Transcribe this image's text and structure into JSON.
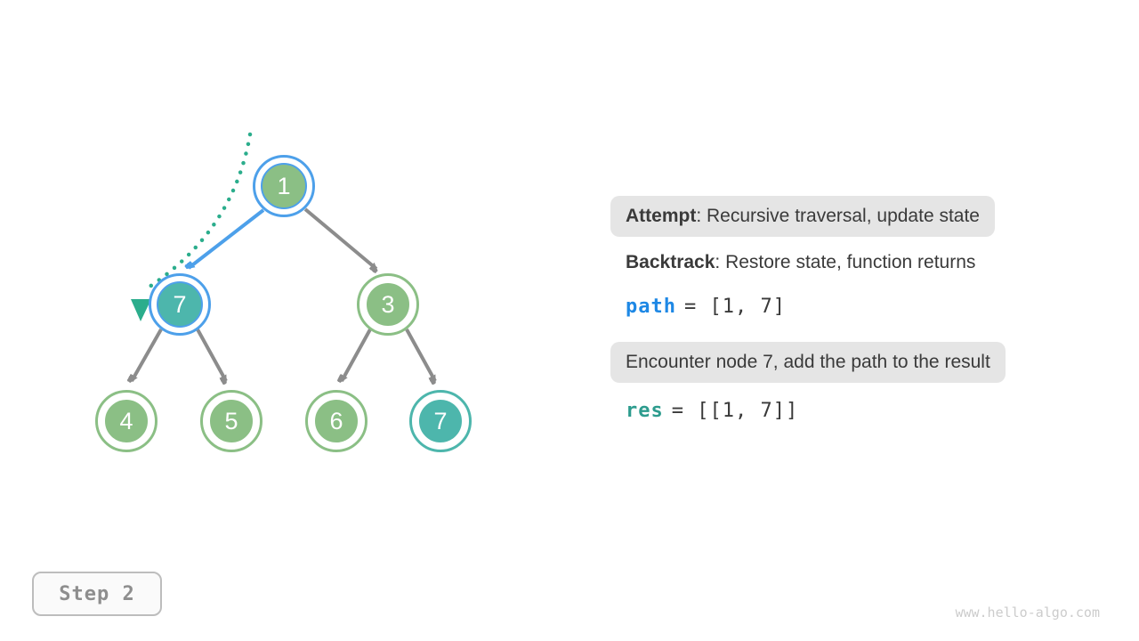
{
  "colors": {
    "node_green": "#8BBF85",
    "node_teal": "#4DB6AC",
    "highlight_blue": "#4DA0EA",
    "edge_gray": "#8C8C8C",
    "dotted_path_green": "#2BAD8C",
    "code_path_blue": "#1E88E5",
    "code_res_teal": "#2D9C8E",
    "text_dark": "#3A3A3A",
    "bubble_bg": "#E5E5E5"
  },
  "tree": {
    "nodes": [
      {
        "label": "1",
        "fill": "green",
        "ring": "blue"
      },
      {
        "label": "7",
        "fill": "teal",
        "ring": "blue"
      },
      {
        "label": "3",
        "fill": "green",
        "ring": "green"
      },
      {
        "label": "4",
        "fill": "green",
        "ring": "green"
      },
      {
        "label": "5",
        "fill": "green",
        "ring": "green"
      },
      {
        "label": "6",
        "fill": "green",
        "ring": "green"
      },
      {
        "label": "7",
        "fill": "teal",
        "ring": "teal"
      }
    ],
    "edges": [
      {
        "from": "1",
        "to": "7-left",
        "style": "active-blue-arrow"
      },
      {
        "from": "1",
        "to": "3",
        "style": "gray-arrow"
      },
      {
        "from": "7-left",
        "to": "4",
        "style": "gray-arrow"
      },
      {
        "from": "7-left",
        "to": "5",
        "style": "gray-arrow"
      },
      {
        "from": "3",
        "to": "6",
        "style": "gray-arrow"
      },
      {
        "from": "3",
        "to": "7-right",
        "style": "gray-arrow"
      }
    ],
    "traversal_hint": "dotted-green-curve-with-triangle-arrow-pointing-to-node-7"
  },
  "annotations": {
    "attempt_label": "Attempt",
    "attempt_text": ": Recursive traversal, update state",
    "backtrack_label": "Backtrack",
    "backtrack_text": ": Restore state, function returns",
    "path_var": "path",
    "path_value": "= [1, 7]",
    "encounter_text": "Encounter node 7, add the path to the result",
    "res_var": "res",
    "res_value": "= [[1, 7]]"
  },
  "step_badge": {
    "label": "Step 2"
  },
  "watermark": {
    "text": "www.hello-algo.com"
  }
}
